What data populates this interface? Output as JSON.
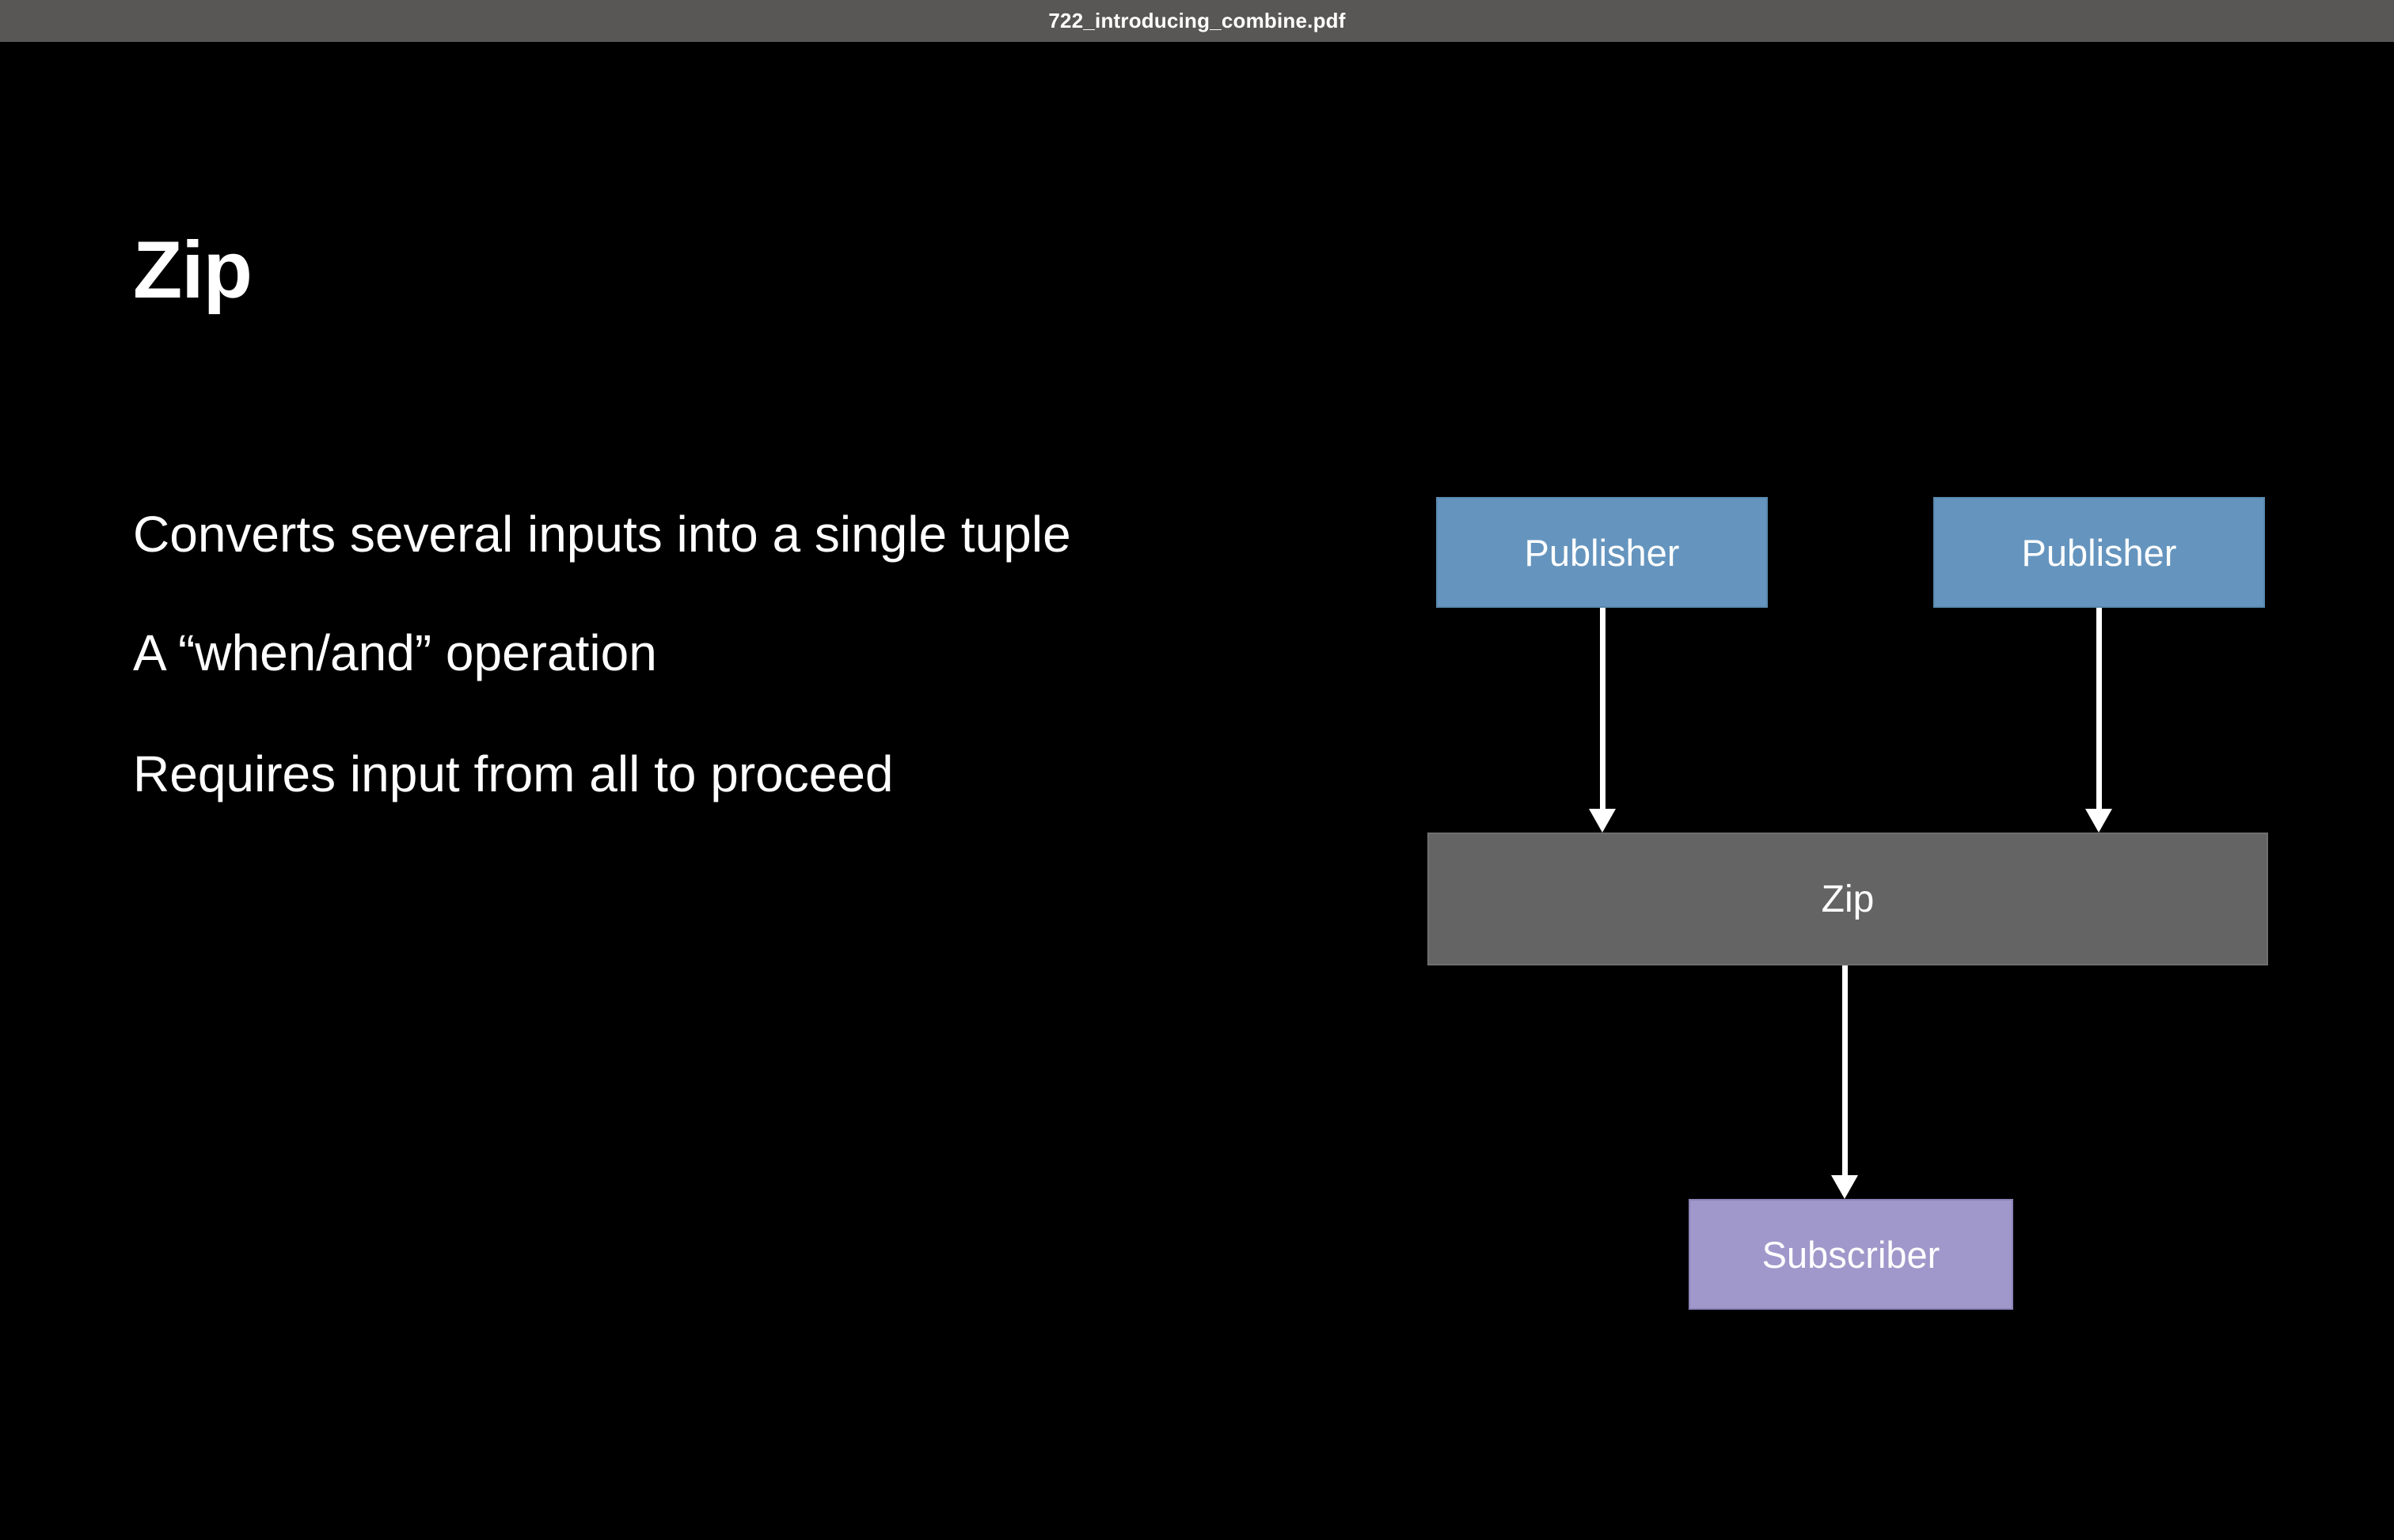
{
  "titlebar": {
    "filename": "722_introducing_combine.pdf",
    "bg_color": "#595755"
  },
  "slide": {
    "title": "Zip",
    "bullets": [
      "Converts several inputs into a single tuple",
      "A “when/and” operation",
      "Requires input from all to proceed"
    ]
  },
  "diagram": {
    "publisher_left": {
      "label": "Publisher",
      "color": "#6595be"
    },
    "publisher_right": {
      "label": "Publisher",
      "color": "#6595be"
    },
    "zip": {
      "label": "Zip",
      "color": "#646464"
    },
    "subscriber": {
      "label": "Subscriber",
      "color": "#a098ca"
    },
    "arrow_color": "#ffffff",
    "edges": [
      {
        "from": "publisher-left",
        "to": "zip"
      },
      {
        "from": "publisher-right",
        "to": "zip"
      },
      {
        "from": "zip",
        "to": "subscriber"
      }
    ]
  },
  "colors": {
    "background": "#000000",
    "text": "#ffffff"
  }
}
